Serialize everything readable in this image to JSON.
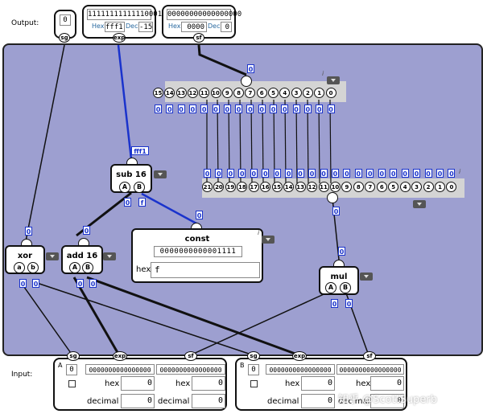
{
  "labels": {
    "output": "Output:",
    "input": "Input:"
  },
  "out_sg": {
    "value": "0",
    "pin": "sg"
  },
  "out_exp": {
    "bits": "11111111111110001",
    "hex_label": "Hex",
    "hex": "fff1",
    "dec_label": "Dec",
    "dec": "-15",
    "pin": "exp"
  },
  "out_sf": {
    "bits": "00000000000000000",
    "hex_label": "Hex",
    "hex": "0000",
    "dec_label": "Dec",
    "dec": "0",
    "pin": "sf"
  },
  "splitter_top": {
    "bits": [
      "15",
      "14",
      "13",
      "12",
      "11",
      "10",
      "9",
      "8",
      "7",
      "6",
      "5",
      "4",
      "3",
      "2",
      "1",
      "0"
    ],
    "value": "0"
  },
  "splitter_bottom": {
    "bits": [
      "21",
      "20",
      "19",
      "18",
      "17",
      "16",
      "15",
      "14",
      "13",
      "12",
      "11",
      "10",
      "9",
      "8",
      "7",
      "6",
      "5",
      "4",
      "3",
      "2",
      "1",
      "0"
    ],
    "value": "0"
  },
  "sub": {
    "title": "sub 16",
    "a": "A",
    "b": "B",
    "out_value": "fff1",
    "a_val": "0",
    "b_val": "f"
  },
  "add": {
    "title": "add 16",
    "a": "A",
    "b": "B",
    "out_value": "0",
    "a_val": "0",
    "b_val": "0"
  },
  "xor": {
    "title": "xor",
    "a": "a",
    "b": "b",
    "out_value": "0",
    "a_val": "0",
    "b_val": "0"
  },
  "mul": {
    "title": "mul",
    "a": "A",
    "b": "B",
    "out_value": "0",
    "a_val": "0",
    "b_val": "0"
  },
  "const": {
    "title": "const",
    "bits": "0000000000001111",
    "hex_label": "hex",
    "hex": "f",
    "out_value": "0"
  },
  "inputA": {
    "name": "A",
    "sg": "0",
    "exp_bits": "0000000000000000",
    "sf_bits": "0000000000000000",
    "hex_label": "hex",
    "dec_label": "decimal",
    "exp_hex": "0",
    "exp_dec": "0",
    "sf_hex": "0",
    "sf_dec": "0",
    "pins": {
      "sg": "sg",
      "exp": "exp",
      "sf": "sf"
    }
  },
  "inputB": {
    "name": "B",
    "sg": "0",
    "exp_bits": "0000000000000000",
    "sf_bits": "0000000000000000",
    "hex_label": "hex",
    "dec_label": "decimal",
    "exp_hex": "0",
    "exp_dec": "0",
    "sf_hex": "0",
    "sf_dec": "0",
    "pins": {
      "sg": "sg",
      "exp": "exp",
      "sf": "sf"
    }
  },
  "watermark": "知乎 @ScottSuperb",
  "wire_value": "0"
}
